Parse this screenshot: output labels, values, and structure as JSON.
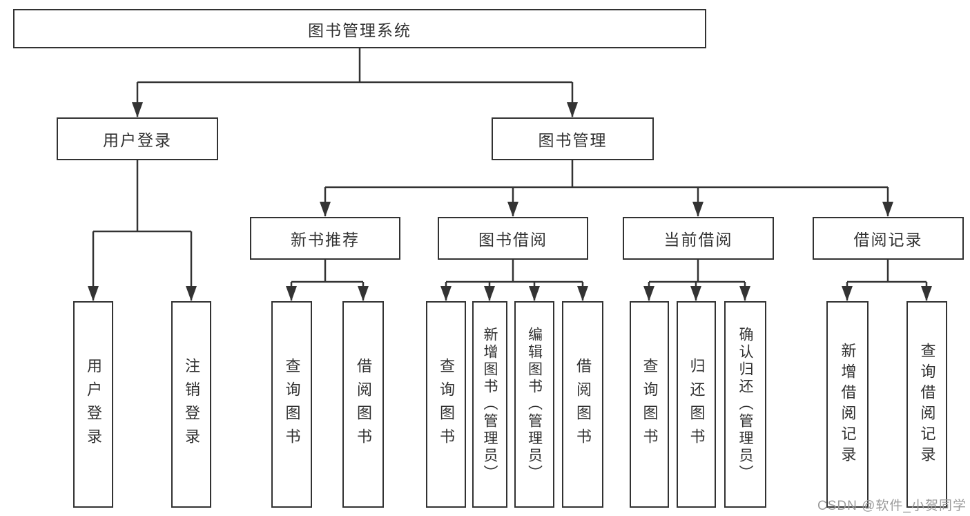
{
  "diagram": {
    "type": "hierarchy",
    "root": "图书管理系统",
    "branches": [
      {
        "label": "用户登录",
        "children": [
          "用户登录",
          "注销登录"
        ]
      },
      {
        "label": "图书管理",
        "children": [
          {
            "label": "新书推荐",
            "children": [
              "查询图书",
              "借阅图书"
            ]
          },
          {
            "label": "图书借阅",
            "children": [
              "查询图书",
              "新增图书（管理员）",
              "编辑图书（管理员）",
              "借阅图书"
            ]
          },
          {
            "label": "当前借阅",
            "children": [
              "查询图书",
              "归还图书",
              "确认归还（管理员）"
            ]
          },
          {
            "label": "借阅记录",
            "children": [
              "新增借阅记录",
              "查询借阅记录"
            ]
          }
        ]
      }
    ]
  },
  "watermark": "CSDN @软件_小贺同学",
  "colors": {
    "line": "#333333",
    "border": "#323232",
    "text": "#303030",
    "watermark": "#9b9b9b",
    "background": "#ffffff"
  }
}
